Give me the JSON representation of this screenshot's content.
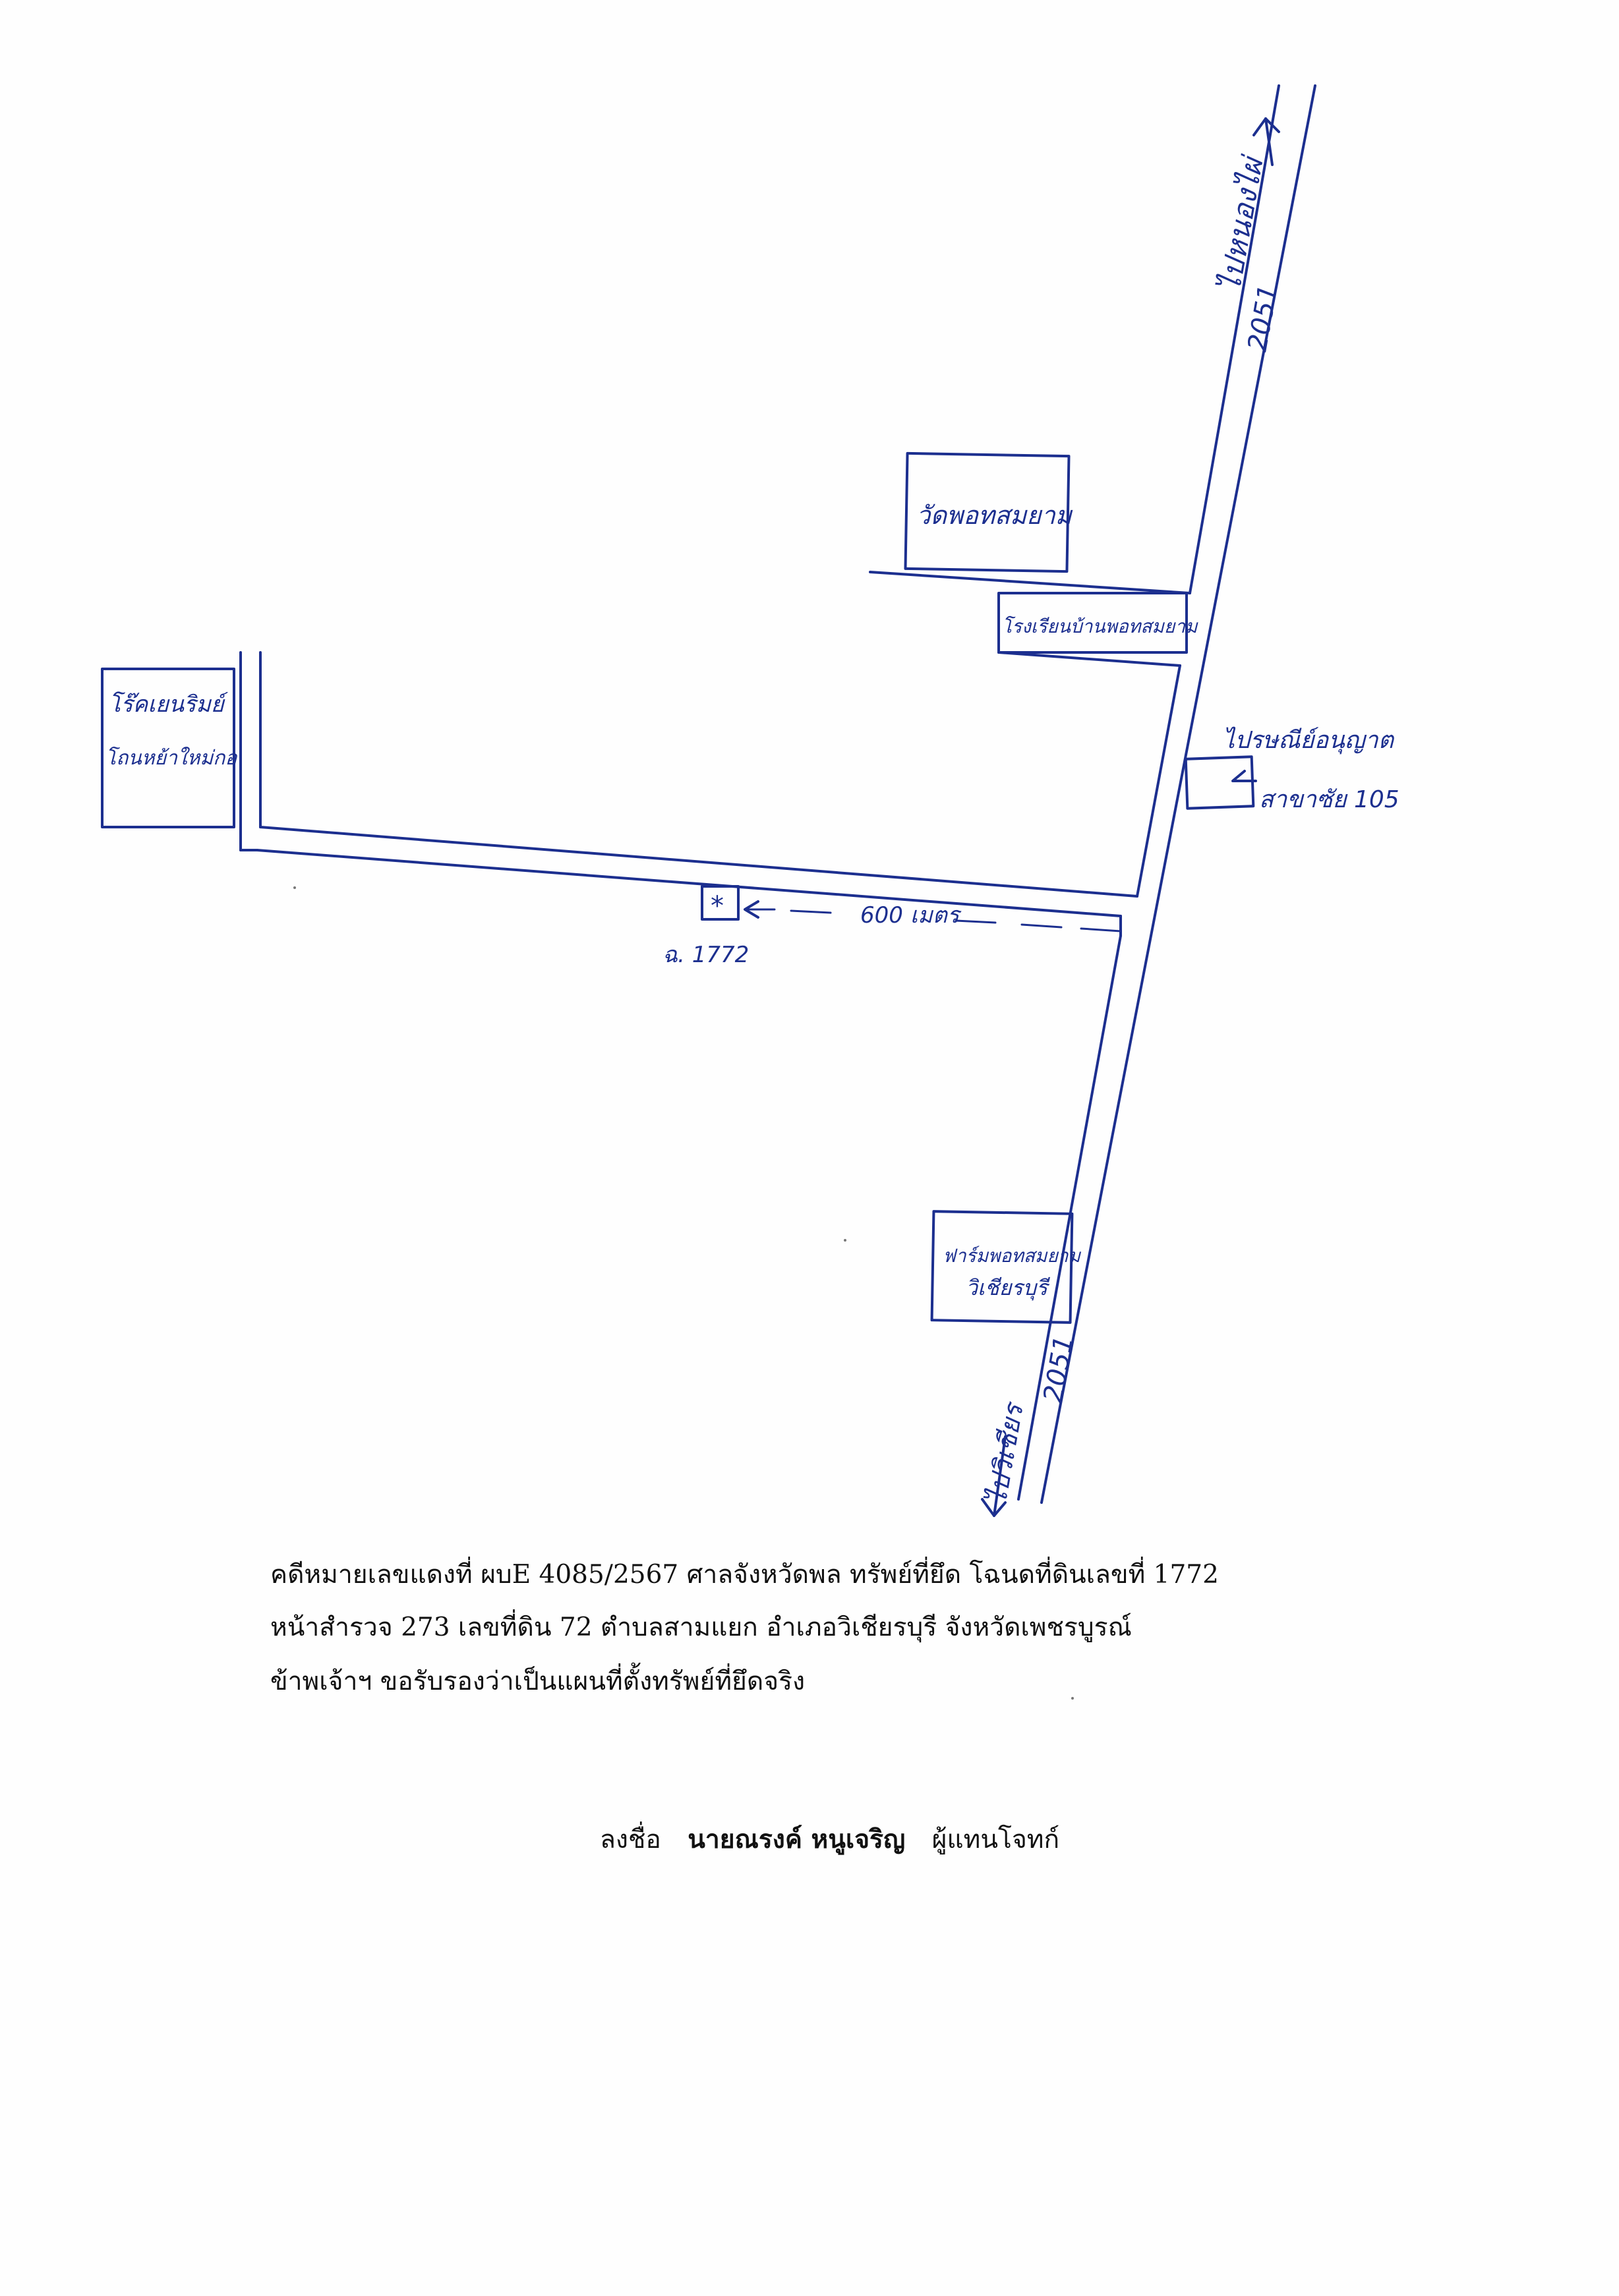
{
  "map": {
    "road_number_north": "2051",
    "road_number_south": "2051",
    "to_north_label": "ไปหนองไผ่",
    "to_south_label": "ไปวิเชียร",
    "temple_label": "วัดพอทสมยาม",
    "school_label": "โรงเรียนบ้านพอทสมยาม",
    "branch_label_line1": "ไปรษณีย์อนุญาต",
    "branch_label_line2": "สาขาซัย 105",
    "top_left_label_line1": "โร๊คเยนริมย์",
    "top_left_label_line2": "โถนหย้าใหม่กอ",
    "distance_label": "600 เมตร",
    "parcel_marker": "*",
    "parcel_label": "ฉ. 1772",
    "farm_label_line1": "ฟาร์มพอทสมยาม",
    "farm_label_line2": "วิเชียรบุรี",
    "ink_color": "#1c2f8f"
  },
  "caption": {
    "line1": "คดีหมายเลขแดงที่ ผบE 4085/2567   ศาลจังหวัดพล ทรัพย์ที่ยึด โฉนดที่ดินเลขที่ 1772",
    "line2": "หน้าสำรวจ 273  เลขที่ดิน 72  ตำบลสามแยก  อำเภอวิเชียรบุรี  จังหวัดเพชรบูรณ์",
    "line3": "ข้าพเจ้าฯ  ขอรับรองว่าเป็นแผนที่ตั้งทรัพย์ที่ยึดจริง"
  },
  "signature": {
    "label": "ลงชื่อ",
    "name": "นายณรงค์ หนูเจริญ",
    "role": "ผู้แทนโจทก์"
  }
}
